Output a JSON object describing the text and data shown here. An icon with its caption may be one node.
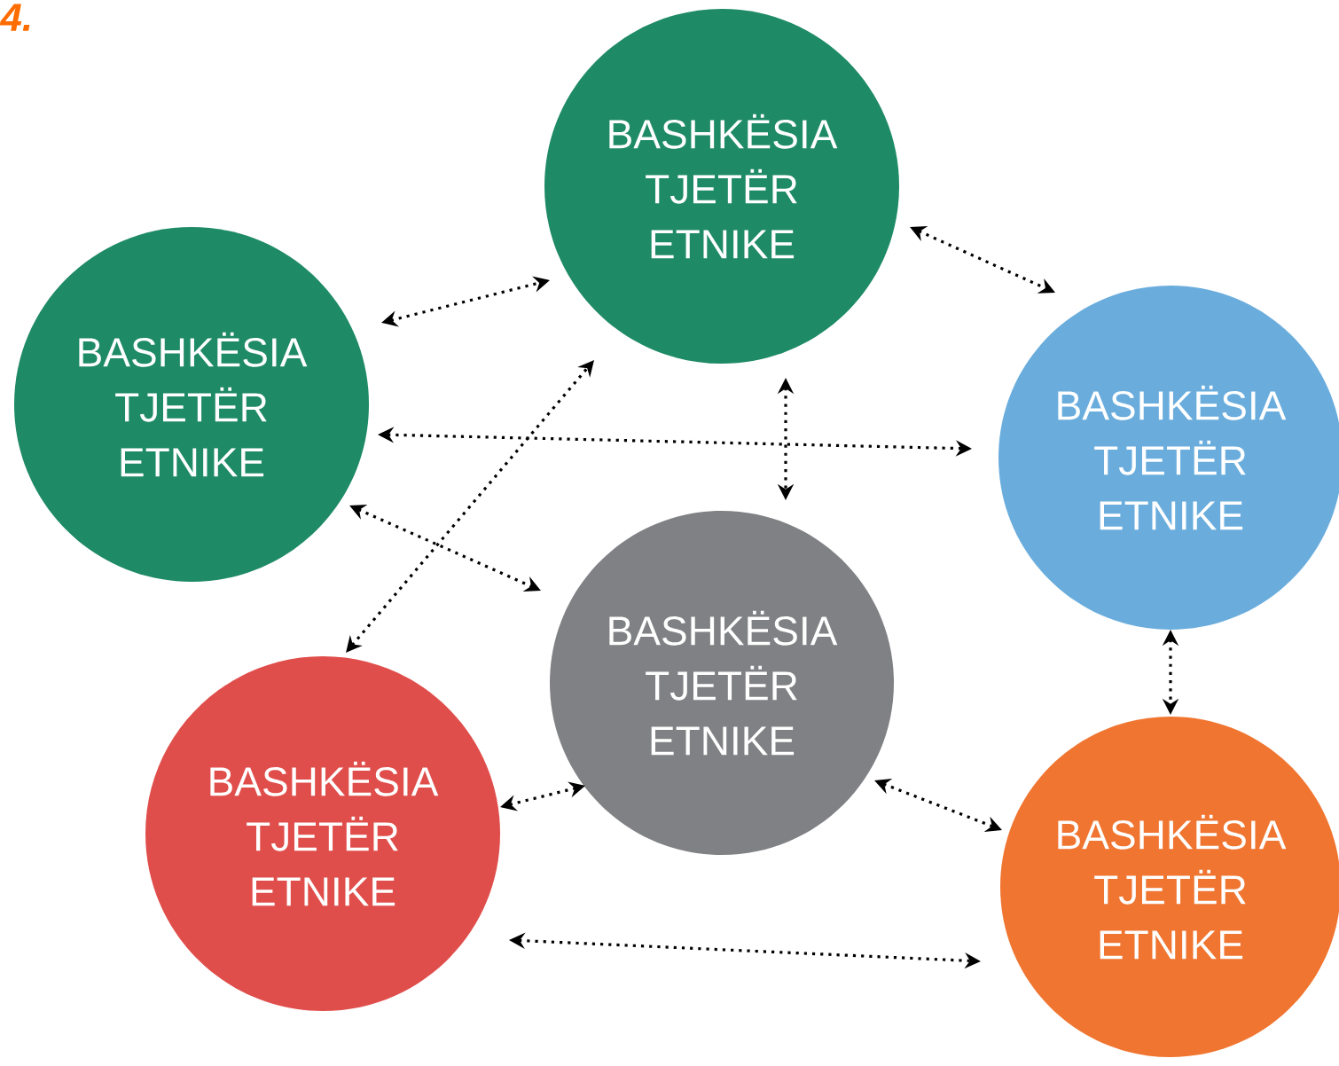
{
  "diagram": {
    "nodes": [
      {
        "text": [
          "BASHKËSIA TJETËR ETNIKE"
        ]
      },
      {
        "text": [
          "BASHKËSIA TJETËR ETNIKE"
        ]
      },
      {
        "text": [
          "BASHKËSIA TJETËR ETNIKE"
        ]
      },
      {
        "text": [
          "BASHKËSIA TJETËR ETNIKE"
        ]
      },
      {
        "text": [
          "BASHKËSIA TJETËR ETNIKE"
        ]
      },
      {
        "text": [
          "BASHKËSIA TJETËR ETNIKE"
        ]
      }
    ],
    "edges": [
      {
        "from": 1,
        "to": 0,
        "arrow": "both"
      },
      {
        "from": 0,
        "to": 2,
        "arrow": "both"
      },
      {
        "from": 1,
        "to": 2,
        "arrow": "both"
      },
      {
        "from": 0,
        "to": 3,
        "arrow": "both"
      },
      {
        "from": 4,
        "to": 0,
        "arrow": "both"
      },
      {
        "from": 1,
        "to": 3,
        "arrow": "both"
      },
      {
        "from": 4,
        "to": 3,
        "arrow": "both"
      },
      {
        "from": 3,
        "to": 5,
        "arrow": "both"
      },
      {
        "from": 2,
        "to": 5,
        "arrow": "both"
      },
      {
        "from": 4,
        "to": 5,
        "arrow": "both"
      }
    ],
    "labels": [
      "4."
    ]
  }
}
